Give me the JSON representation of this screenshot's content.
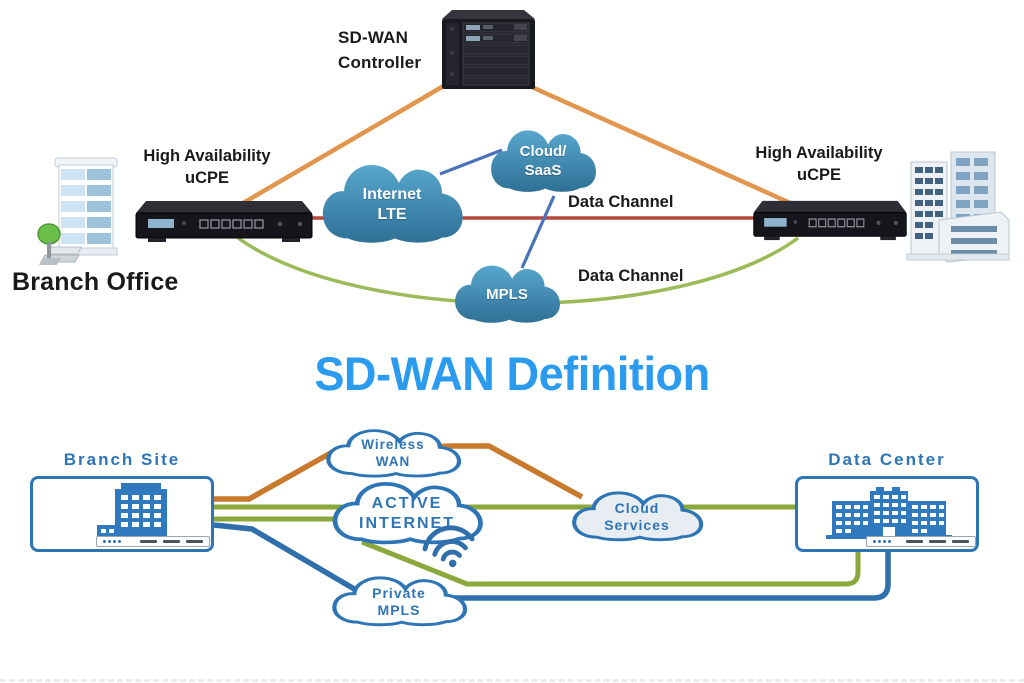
{
  "top": {
    "controller_label": "SD-WAN Controller",
    "left_ucpe_label": "High Availability uCPE",
    "right_ucpe_label": "High Availability uCPE",
    "branch_office_label": "Branch Office",
    "internet_cloud_label": "Internet LTE",
    "saas_cloud_label": "Cloud/ SaaS",
    "mpls_cloud_label": "MPLS",
    "data_channel_1": "Data Channel",
    "data_channel_2": "Data Channel"
  },
  "title": {
    "text": "SD-WAN Definition"
  },
  "bottom": {
    "branch_site_label": "Branch Site",
    "data_center_label": "Data Center",
    "wireless_wan_label": "Wireless WAN",
    "active_internet_label": "ACTIVE INTERNET",
    "private_mpls_label": "Private MPLS",
    "cloud_services_label": "Cloud Services"
  },
  "icons": [
    "server-chassis-icon",
    "ucpe-appliance-icon",
    "office-building-icon",
    "city-buildings-icon",
    "cloud-icon",
    "wifi-icon",
    "branch-building-icon",
    "datacenter-building-icon"
  ],
  "colors": {
    "accent_title": "#2B9BF0",
    "outline_blue": "#2E75B6",
    "line_orange_top": "#E2954D",
    "line_orange": "#C8792B",
    "line_red": "#B5493F",
    "line_green_top": "#9BBB59",
    "line_green": "#8AA83B",
    "line_blue_top": "#4A72B8",
    "line_blue": "#2F6FAC",
    "cloud_fill_light": "#58A7CE",
    "cloud_fill_bottom": "#2F7096",
    "building_blue": "#3079BE",
    "services_fill": "#E8ECF3"
  }
}
